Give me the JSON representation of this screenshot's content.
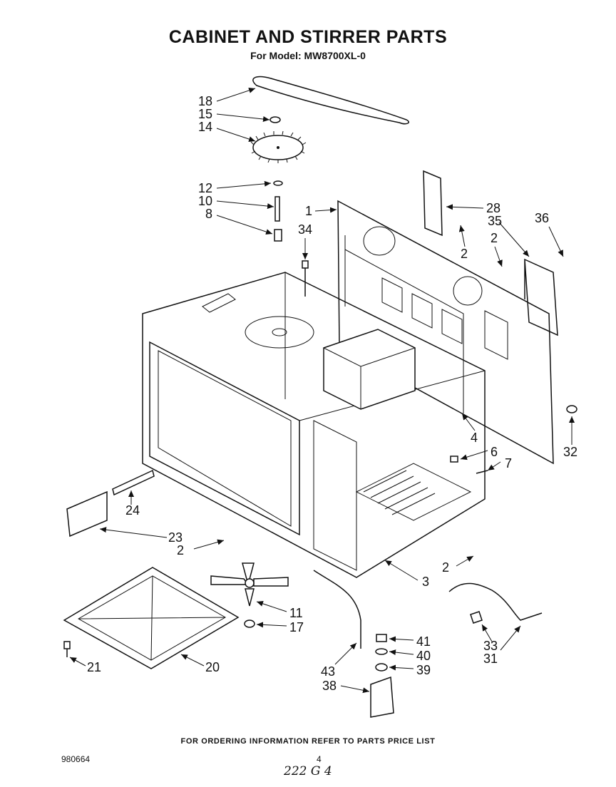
{
  "title": "CABINET AND STIRRER PARTS",
  "subtitle": "For Model: MW8700XL-0",
  "footer": "FOR ORDERING INFORMATION REFER TO PARTS PRICE LIST",
  "doc_number": "980664",
  "page_number": "4",
  "handwritten_note": "222 G 4",
  "callouts": [
    "18",
    "15",
    "14",
    "12",
    "10",
    "8",
    "34",
    "1",
    "28",
    "35",
    "36",
    "2",
    "2",
    "2",
    "2",
    "2",
    "4",
    "6",
    "7",
    "32",
    "3",
    "24",
    "23",
    "11",
    "17",
    "21",
    "20",
    "41",
    "40",
    "39",
    "38",
    "43",
    "33",
    "31"
  ]
}
